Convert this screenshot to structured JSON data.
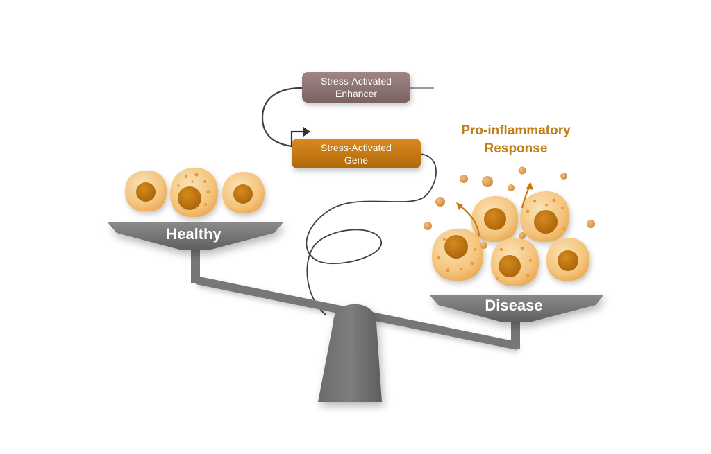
{
  "healthy_label": "Healthy",
  "disease_label": "Disease",
  "enhancer_label": [
    "Stress-Activated",
    "Enhancer"
  ],
  "gene_label": [
    "Stress-Activated",
    "Gene"
  ],
  "response_label": [
    "Pro-inflammatory",
    "Response"
  ],
  "colors": {
    "scale": "#747474",
    "enhancer": "#8c7472",
    "gene": "#c57812",
    "cell_body": "#f2c179",
    "nucleus": "#c27912",
    "response_text": "#c07d18",
    "particle": "#dea15a"
  }
}
